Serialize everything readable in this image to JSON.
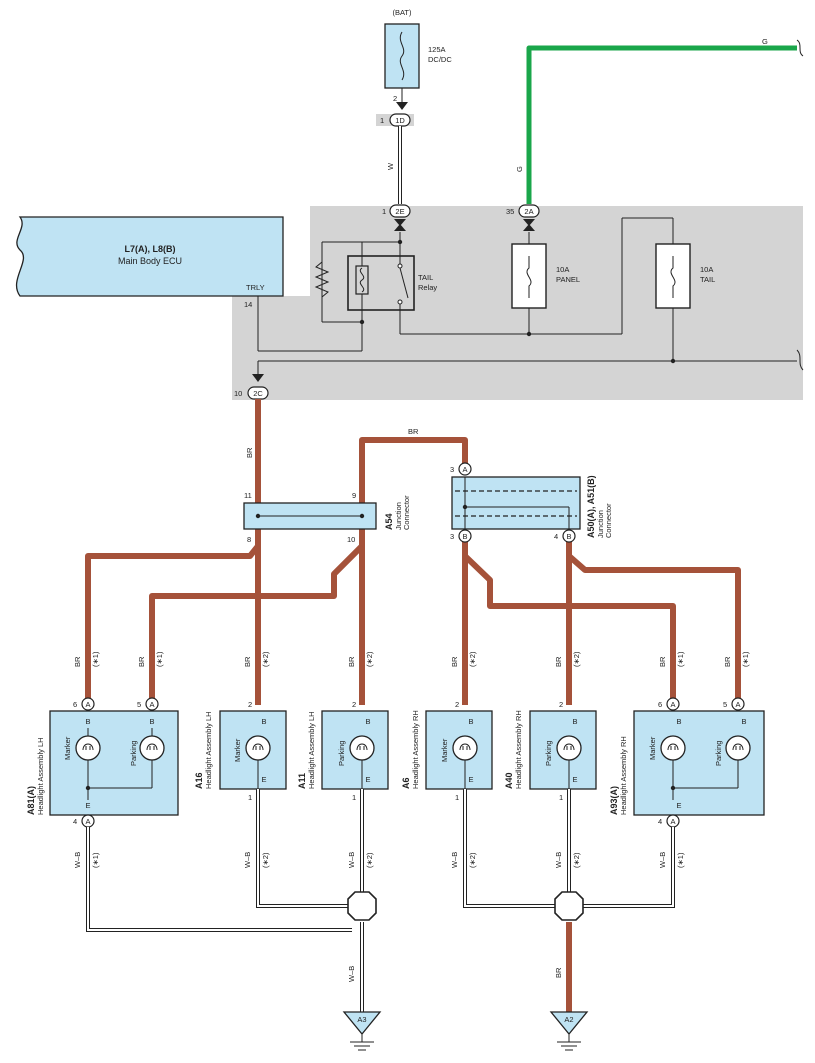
{
  "power": {
    "source": "(BAT)",
    "fuse_rating": "125A",
    "fuse_name": "DC/DC"
  },
  "connectors": {
    "c1d": "1D",
    "c2e": "2E",
    "c2a": "2A",
    "c2c": "2C",
    "a": "A",
    "b": "B",
    "pin1": "1",
    "pin2": "2",
    "pin1e": "1",
    "pin35": "35",
    "pin10": "10"
  },
  "colors": {
    "w": "W",
    "g": "G",
    "br": "BR",
    "wb": "W–B"
  },
  "ecu": {
    "code": "L7(A), L8(B)",
    "name": "Main Body ECU",
    "trly": "TRLY",
    "pin14": "14"
  },
  "relay": {
    "name": "TAIL",
    "name2": "Relay"
  },
  "fuse_panel": {
    "rating": "10A",
    "name": "PANEL"
  },
  "fuse_tail": {
    "rating": "10A",
    "name": "TAIL"
  },
  "jc_a54": {
    "code": "A54",
    "l1": "Junction",
    "l2": "Connector",
    "p11": "11",
    "p9": "9",
    "p8": "8",
    "p10": "10"
  },
  "jc_a50": {
    "code": "A50(A), A51(B)",
    "l1": "Junction",
    "l2": "Connector",
    "p3a": "3",
    "p3b": "3",
    "p4": "4"
  },
  "notes": {
    "n1": "(∗1)",
    "n2": "(∗2)"
  },
  "lamps": {
    "a81": {
      "code": "A81(A)",
      "name": "Headlight Assembly LH",
      "marker": "Marker",
      "parking": "Parking",
      "p6": "6",
      "p5": "5",
      "p4": "4",
      "b": "B",
      "e": "E"
    },
    "a16": {
      "code": "A16",
      "name": "Headlight Assembly LH",
      "lamp": "Marker",
      "p2": "2",
      "p1": "1",
      "b": "B",
      "e": "E"
    },
    "a11": {
      "code": "A11",
      "name": "Headlight Assembly LH",
      "lamp": "Parking",
      "p2": "2",
      "p1": "1",
      "b": "B",
      "e": "E"
    },
    "a6": {
      "code": "A6",
      "name": "Headlight Assembly RH",
      "lamp": "Marker",
      "p2": "2",
      "p1": "1",
      "b": "B",
      "e": "E"
    },
    "a40": {
      "code": "A40",
      "name": "Headlight Assembly RH",
      "lamp": "Parking",
      "p2": "2",
      "p1": "1",
      "b": "B",
      "e": "E"
    },
    "a93": {
      "code": "A93(A)",
      "name": "Headlight Assembly RH",
      "marker": "Marker",
      "parking": "Parking",
      "p6": "6",
      "p5": "5",
      "p4": "4",
      "b": "B",
      "e": "E"
    }
  },
  "grounds": {
    "a3": "A3",
    "a2": "A2"
  }
}
